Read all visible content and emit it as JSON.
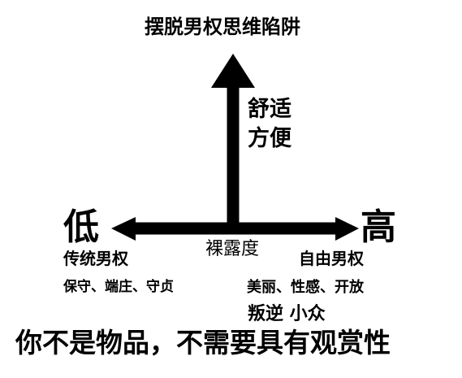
{
  "diagram": {
    "top_title": "摆脱男权思维陷阱",
    "comfort_lines": [
      "舒适",
      "方便"
    ],
    "low_label": "低",
    "high_label": "高",
    "center_label": "裸露度",
    "traditional_label": "传统男权",
    "freedom_label": "自由男权",
    "traditional_desc": "保守、端庄、守贞",
    "freedom_desc": "美丽、性感、开放",
    "rebellion_label": "叛逆 小众",
    "bottom_text": "你不是物品，不需要具有观赏性",
    "colors": {
      "ink": "#000000",
      "background": "#ffffff"
    }
  }
}
